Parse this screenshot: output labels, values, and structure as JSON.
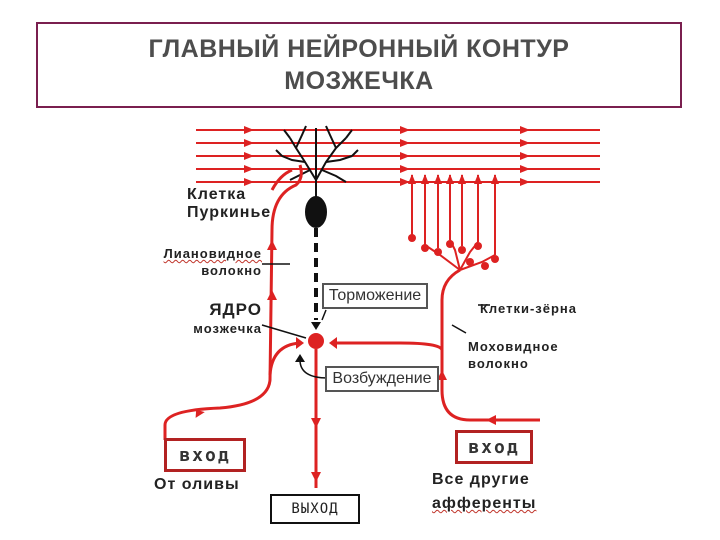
{
  "title": {
    "line1": "ГЛАВНЫЙ НЕЙРОННЫЙ КОНТУР",
    "line2": "МОЗЖЕЧКА"
  },
  "labels": {
    "purkinje_line1": "Клетка",
    "purkinje_line2": "Пуркинье",
    "climbing_line1": "Лиановидное",
    "climbing_line2": "волокно",
    "nucleus_line1": "ЯДРО",
    "nucleus_line2": "мозжечка",
    "granule": "Клетки-зёрна",
    "mossy_line1": "Моховидное",
    "mossy_line2": "волокно",
    "inhibition": "Торможение",
    "excitation": "Возбуждение",
    "input_left": "вход",
    "input_right": "вход",
    "from_olive": "От оливы",
    "afferents_line1": "Все другие",
    "afferents_line2": "афференты",
    "output": "ВЫХОД"
  },
  "colors": {
    "fiber": "#dd2222",
    "neuron": "#111111",
    "title_border": "#7a1f4f",
    "input_border": "#b22222"
  },
  "icons": [
    "purkinje-cell-icon",
    "granule-cells-icon",
    "nucleus-node-icon",
    "arrow-icons"
  ]
}
